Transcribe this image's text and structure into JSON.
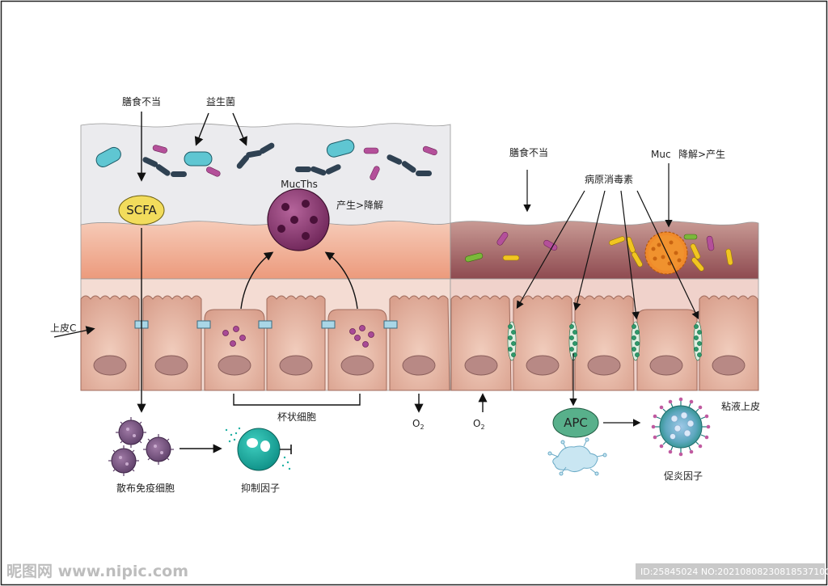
{
  "left_panel": {
    "diet_label": "膳食不当",
    "probiotic_label": "益生菌",
    "scfa_label": "SCFA",
    "mucths_label": "MucThs",
    "produce_gt_degrade": "产生>降解",
    "epithelial_label": "上皮C",
    "goblet_label": "杯状细胞",
    "o2_label": "O",
    "o2_sub": "2",
    "immune_cells_label": "散布免疫细胞",
    "inhibitor_label": "抑制因子"
  },
  "right_panel": {
    "diet_label": "膳食不当",
    "muc_label": "Muc",
    "degrade_gt_produce": "降解>产生",
    "toxin_label": "病原消毒素",
    "o2_label": "O",
    "o2_sub": "2",
    "apc_label": "APC",
    "mucosal_label": "粘液上皮",
    "proinflam_label": "促炎因子"
  },
  "watermark": {
    "site": "昵图网 www.nipic.com",
    "id_text": "ID:25845024 NO:20210808230818537100"
  },
  "colors": {
    "lumen_left": "#ececef",
    "mucus_left": "#efa98f",
    "mucus_right": "#a25a5d",
    "cell_body": "#e8b8a6",
    "nucleus": "#b98a86",
    "scfa_fill": "#f2dc5c",
    "mucths_fill": "#8a3370",
    "apc_fill": "#58b08b",
    "inhibitor_fill": "#1fb0a3"
  }
}
